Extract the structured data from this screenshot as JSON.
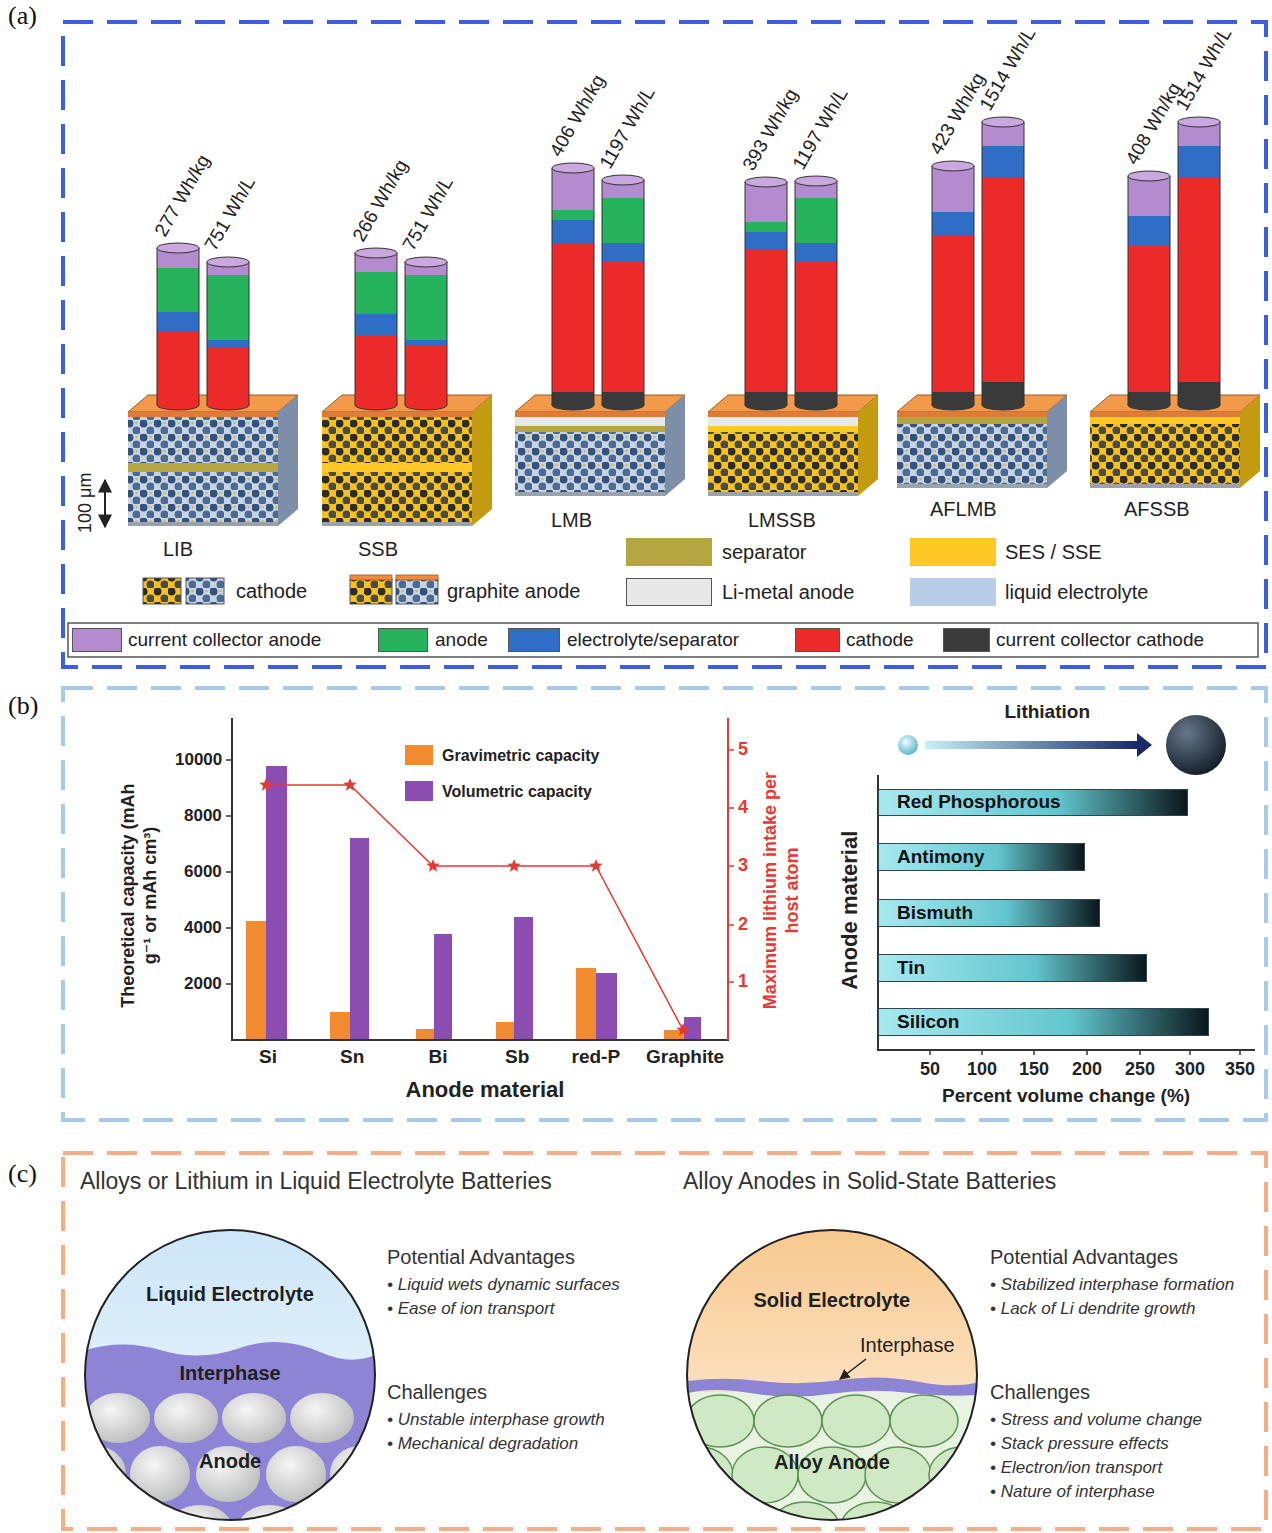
{
  "diagram": {
    "nodes": [
      {
        "text": [
          "(a)"
        ]
      },
      {
        "text": [
          "(b)"
        ]
      },
      {
        "text": [
          "Red Phosphorous"
        ],
        "in": 1
      },
      {
        "text": [
          "Antimony"
        ],
        "in": 1
      },
      {
        "text": [
          "Bismuth"
        ],
        "in": 1
      },
      {
        "text": [
          "Tin"
        ],
        "in": 1
      },
      {
        "text": [
          "Silicon"
        ],
        "in": 1
      },
      {
        "text": [
          "(c)"
        ]
      },
      {
        "text": [
          "Liquid Electrolyte",
          "Interphase",
          "Anode"
        ],
        "in": 7
      },
      {
        "text": [
          "Solid Electrolyte",
          "Alloy Anode"
        ],
        "in": 7
      }
    ],
    "labels": [
      "277 Wh/kg",
      "751 Wh/L",
      "266 Wh/kg",
      "751 Wh/L",
      "406 Wh/kg",
      "1197 Wh/L",
      "393 Wh/kg",
      "1197 Wh/L",
      "423 Wh/kg",
      "1514 Wh/L",
      "408 Wh/kg",
      "1514 Wh/L",
      "100 μm",
      "LIB",
      "SSB",
      "LMB",
      "LMSSB",
      "AFLMB",
      "AFSSB",
      "10000",
      "8000",
      "6000",
      "4000",
      "2000",
      "5",
      "4",
      "3",
      "2",
      "1",
      "Theoretical capacity (mAh g⁻¹ or mAh cm³)",
      "Maximum lithium intake per host atom",
      "Si",
      "Sn",
      "Bi",
      "Sb",
      "red-P",
      "Graphite",
      "Anode material",
      "Lithiation",
      "Anode material",
      "50",
      "100",
      "150",
      "200",
      "250",
      "300",
      "350",
      "Percent volume change (%)",
      "Alloys or Lithium in Liquid Electrolyte Batteries",
      "Potential Advantages",
      "• Liquid wets dynamic surfaces",
      "• Ease of ion transport",
      "Challenges",
      "• Unstable interphase growth",
      "• Mechanical degradation",
      "Alloy Anodes in Solid-State Batteries",
      "Potential Advantages",
      "• Stabilized interphase formation",
      "• Lack of Li dendrite growth",
      "Interphase",
      "Challenges",
      "• Stress and volume change",
      "• Stack pressure effects",
      "• Electron/ion transport",
      "• Nature of interphase"
    ],
    "legend": [
      {
        "text": "separator",
        "color": "#b5a642"
      },
      {
        "text": "SES / SSE",
        "color": "#ffc824"
      },
      {
        "text": "cathode"
      },
      {
        "text": "graphite anode"
      },
      {
        "text": "Li-metal anode",
        "color": "#e8e8e8"
      },
      {
        "text": "liquid electrolyte",
        "color": "#b9cde9"
      },
      {
        "text": "current collector anode",
        "color": "#b48bcf"
      },
      {
        "text": "anode",
        "color": "#27b35b"
      },
      {
        "text": "electrolyte/separator",
        "color": "#2f6dc6"
      },
      {
        "text": "cathode",
        "color": "#ed2a2a"
      },
      {
        "text": "current collector cathode",
        "color": "#3a3a3a"
      },
      {
        "text": "Gravimetric capacity",
        "color": "#f28a30"
      },
      {
        "text": "Volumetric capacity",
        "color": "#8c4db0"
      }
    ]
  }
}
